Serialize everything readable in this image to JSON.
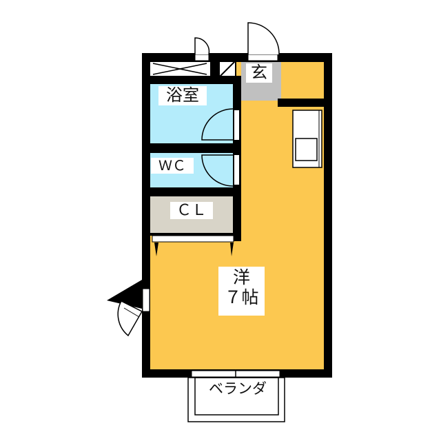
{
  "rooms": {
    "bath": "浴室",
    "wc": "ＷＣ",
    "closet": "ＣＬ",
    "entrance": "玄",
    "western_room_type": "洋",
    "western_room_size": "７帖",
    "balcony": "ベランダ"
  },
  "colors": {
    "wall": "#000000",
    "room": "#fcc850",
    "wet": "#b4ecfb",
    "entrance": "#c0c0c0",
    "closet": "#d8d4c8"
  }
}
